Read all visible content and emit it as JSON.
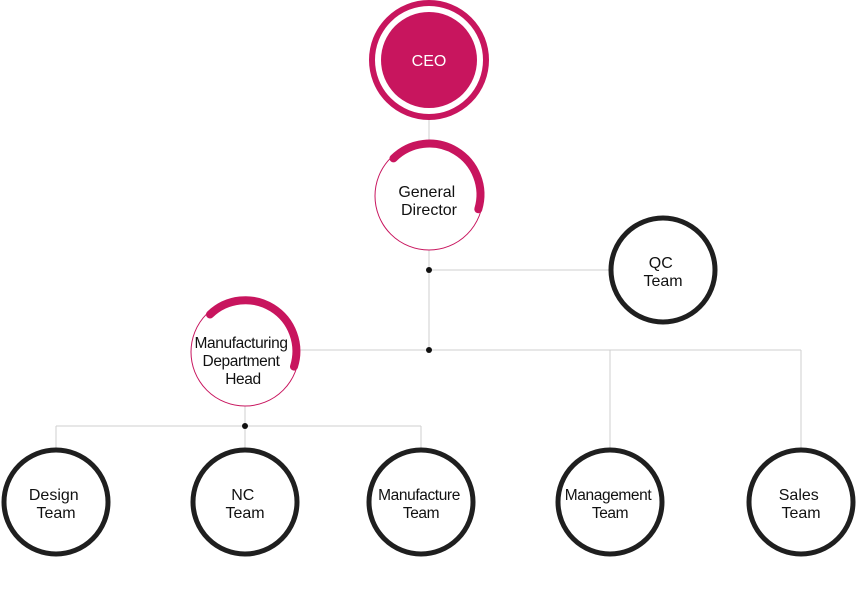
{
  "org_chart": {
    "colors": {
      "accent": "#c8155e",
      "team_ring": "#1f1f1f",
      "connector": "#cfcfcf",
      "text": "#111111"
    },
    "nodes": {
      "ceo": {
        "lines": [
          "CEO"
        ]
      },
      "general_director": {
        "lines": [
          "General",
          "Director"
        ]
      },
      "qc_team": {
        "lines": [
          "QC",
          "Team"
        ]
      },
      "manufacturing_head": {
        "lines": [
          "Manufacturing",
          "Department",
          "Head"
        ]
      },
      "design_team": {
        "lines": [
          "Design",
          "Team"
        ]
      },
      "nc_team": {
        "lines": [
          "NC",
          "Team"
        ]
      },
      "manufacture_team": {
        "lines": [
          "Manufacture",
          "Team"
        ]
      },
      "management_team": {
        "lines": [
          "Management",
          "Team"
        ]
      },
      "sales_team": {
        "lines": [
          "Sales",
          "Team"
        ]
      }
    }
  }
}
